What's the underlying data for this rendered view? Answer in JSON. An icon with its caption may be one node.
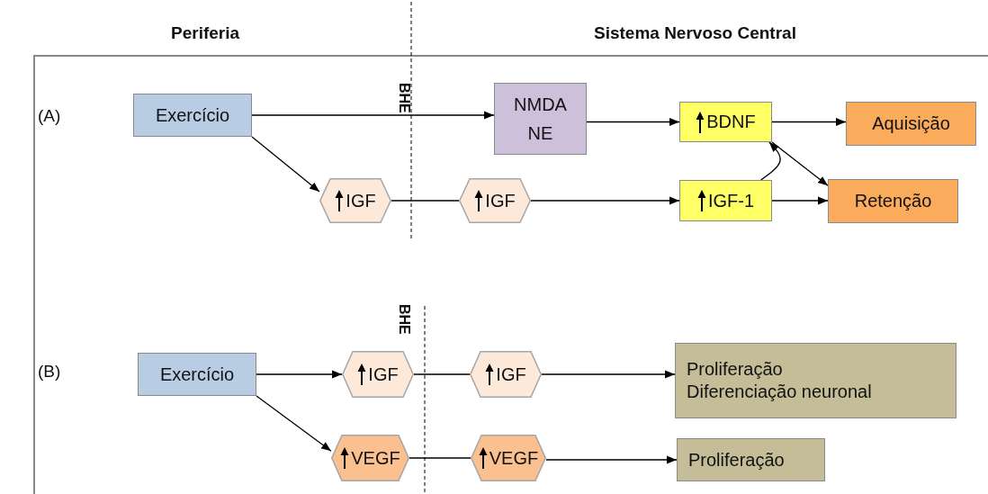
{
  "diagram": {
    "nodes": [
      {
        "text": [
          "Exercício"
        ]
      },
      {
        "text": [
          "IGF"
        ]
      },
      {
        "text": [
          "NMDA NE"
        ]
      },
      {
        "text": [
          "IGF"
        ]
      },
      {
        "text": [
          "BDNF"
        ]
      },
      {
        "text": [
          "IGF-1"
        ]
      },
      {
        "text": [
          "Aquisição"
        ]
      },
      {
        "text": [
          "Retenção"
        ]
      },
      {
        "text": [
          "Exercício"
        ]
      },
      {
        "text": [
          "IGF"
        ]
      },
      {
        "text": [
          "IGF"
        ]
      },
      {
        "text": [
          "VEGF"
        ]
      },
      {
        "text": [
          "VEGF"
        ]
      },
      {
        "text": [
          "Proliferação",
          "Diferenciação neuronal"
        ]
      },
      {
        "text": [
          "Proliferação"
        ]
      }
    ],
    "edges": [
      {
        "from": 0,
        "to": 2,
        "arrow": "to"
      },
      {
        "from": 0,
        "to": 1,
        "arrow": "to"
      },
      {
        "from": 1,
        "to": 3,
        "arrow": "none"
      },
      {
        "from": 3,
        "to": 5,
        "arrow": "to"
      },
      {
        "from": 2,
        "to": 4,
        "arrow": "to"
      },
      {
        "from": 4,
        "to": 6,
        "arrow": "to"
      },
      {
        "from": 4,
        "to": 7,
        "arrow": "to"
      },
      {
        "from": 5,
        "to": 7,
        "arrow": "to"
      },
      {
        "from": 5,
        "to": 4,
        "arrow": "to"
      },
      {
        "from": 8,
        "to": 9,
        "arrow": "to"
      },
      {
        "from": 8,
        "to": 11,
        "arrow": "to"
      },
      {
        "from": 9,
        "to": 10,
        "arrow": "none"
      },
      {
        "from": 10,
        "to": 13,
        "arrow": "to"
      },
      {
        "from": 11,
        "to": 12,
        "arrow": "none"
      },
      {
        "from": 12,
        "to": 14,
        "arrow": "to"
      }
    ],
    "labels": [
      "Periferia",
      "Sistema Nervoso Central",
      "BHE",
      "(A)",
      "BHE",
      "(B)"
    ]
  }
}
